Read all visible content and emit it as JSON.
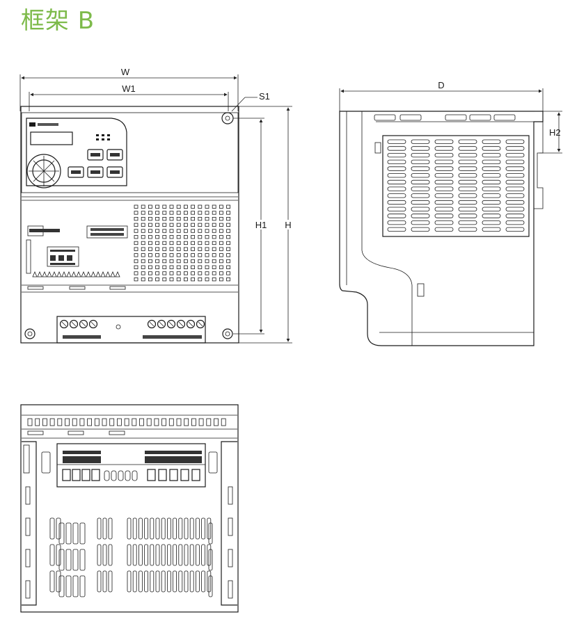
{
  "title": "框架 B",
  "dimensions": {
    "w": "W",
    "w1": "W1",
    "s1": "S1",
    "h": "H",
    "h1": "H1",
    "d": "D",
    "h2": "H2"
  },
  "colors": {
    "title": "#7dba4a",
    "line": "#1a1a1a"
  }
}
